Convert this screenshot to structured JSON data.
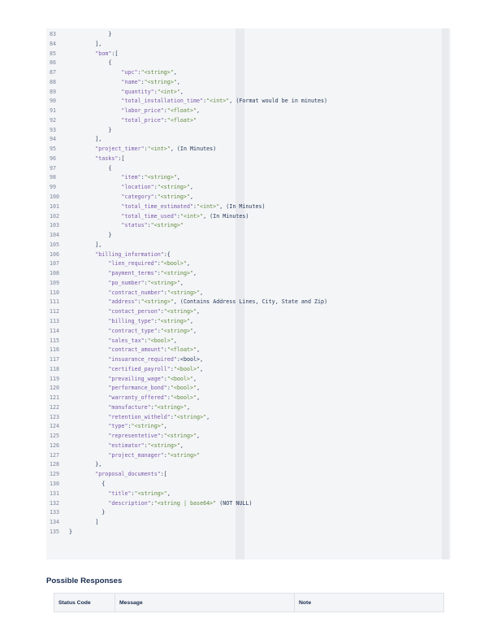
{
  "code": {
    "lines": [
      {
        "n": "83",
        "parts": [
          [
            "p",
            "            }"
          ]
        ]
      },
      {
        "n": "84",
        "parts": [
          [
            "p",
            "        ],"
          ]
        ]
      },
      {
        "n": "85",
        "parts": [
          [
            "p",
            "        "
          ],
          [
            "k",
            "\"bom\""
          ],
          [
            "p",
            ":["
          ]
        ]
      },
      {
        "n": "86",
        "parts": [
          [
            "p",
            "            {"
          ]
        ]
      },
      {
        "n": "87",
        "parts": [
          [
            "p",
            "                "
          ],
          [
            "k",
            "\"upc\""
          ],
          [
            "p",
            ":"
          ],
          [
            "s",
            "\"<string>\""
          ],
          [
            "p",
            ","
          ]
        ]
      },
      {
        "n": "88",
        "parts": [
          [
            "p",
            "                "
          ],
          [
            "k",
            "\"name\""
          ],
          [
            "p",
            ":"
          ],
          [
            "s",
            "\"<string>\""
          ],
          [
            "p",
            ","
          ]
        ]
      },
      {
        "n": "89",
        "parts": [
          [
            "p",
            "                "
          ],
          [
            "k",
            "\"quantity\""
          ],
          [
            "p",
            ":"
          ],
          [
            "s",
            "\"<int>\""
          ],
          [
            "p",
            ","
          ]
        ]
      },
      {
        "n": "90",
        "parts": [
          [
            "p",
            "                "
          ],
          [
            "k",
            "\"total_installation_time\""
          ],
          [
            "p",
            ":"
          ],
          [
            "s",
            "\"<int>\""
          ],
          [
            "p",
            ", (Format would be in minutes)"
          ]
        ]
      },
      {
        "n": "91",
        "parts": [
          [
            "p",
            "                "
          ],
          [
            "k",
            "\"labor_price\""
          ],
          [
            "p",
            ":"
          ],
          [
            "s",
            "\"<float>\""
          ],
          [
            "p",
            ","
          ]
        ]
      },
      {
        "n": "92",
        "parts": [
          [
            "p",
            "                "
          ],
          [
            "k",
            "\"total_price\""
          ],
          [
            "p",
            ":"
          ],
          [
            "s",
            "\"<float>\""
          ]
        ]
      },
      {
        "n": "93",
        "parts": [
          [
            "p",
            "            }"
          ]
        ]
      },
      {
        "n": "94",
        "parts": [
          [
            "p",
            "        ],"
          ]
        ]
      },
      {
        "n": "95",
        "parts": [
          [
            "p",
            "        "
          ],
          [
            "k",
            "\"project_timer\""
          ],
          [
            "p",
            ":"
          ],
          [
            "s",
            "\"<int>\""
          ],
          [
            "p",
            ", (In Minutes)"
          ]
        ]
      },
      {
        "n": "96",
        "parts": [
          [
            "p",
            "        "
          ],
          [
            "k",
            "\"tasks\""
          ],
          [
            "p",
            ":["
          ]
        ]
      },
      {
        "n": "97",
        "parts": [
          [
            "p",
            "            {"
          ]
        ]
      },
      {
        "n": "98",
        "parts": [
          [
            "p",
            "                "
          ],
          [
            "k",
            "\"item\""
          ],
          [
            "p",
            ":"
          ],
          [
            "s",
            "\"<string>\""
          ],
          [
            "p",
            ","
          ]
        ]
      },
      {
        "n": "99",
        "parts": [
          [
            "p",
            "                "
          ],
          [
            "k",
            "\"location\""
          ],
          [
            "p",
            ":"
          ],
          [
            "s",
            "\"<string>\""
          ],
          [
            "p",
            ","
          ]
        ]
      },
      {
        "n": "100",
        "parts": [
          [
            "p",
            "                "
          ],
          [
            "k",
            "\"category\""
          ],
          [
            "p",
            ":"
          ],
          [
            "s",
            "\"<string>\""
          ],
          [
            "p",
            ","
          ]
        ]
      },
      {
        "n": "101",
        "parts": [
          [
            "p",
            "                "
          ],
          [
            "k",
            "\"total_time_estimated\""
          ],
          [
            "p",
            ":"
          ],
          [
            "s",
            "\"<int>\""
          ],
          [
            "p",
            ", (In Minutes)"
          ]
        ]
      },
      {
        "n": "102",
        "parts": [
          [
            "p",
            "                "
          ],
          [
            "k",
            "\"total_time_used\""
          ],
          [
            "p",
            ":"
          ],
          [
            "s",
            "\"<int>\""
          ],
          [
            "p",
            ", (In Minutes)"
          ]
        ]
      },
      {
        "n": "103",
        "parts": [
          [
            "p",
            "                "
          ],
          [
            "k",
            "\"status\""
          ],
          [
            "p",
            ":"
          ],
          [
            "s",
            "\"<string>\""
          ]
        ]
      },
      {
        "n": "104",
        "parts": [
          [
            "p",
            "            }"
          ]
        ]
      },
      {
        "n": "105",
        "parts": [
          [
            "p",
            "        ],"
          ]
        ]
      },
      {
        "n": "106",
        "parts": [
          [
            "p",
            "        "
          ],
          [
            "k",
            "\"billing_information\""
          ],
          [
            "p",
            ":{"
          ]
        ]
      },
      {
        "n": "107",
        "parts": [
          [
            "p",
            "            "
          ],
          [
            "k",
            "\"lien_required\""
          ],
          [
            "p",
            ":"
          ],
          [
            "s",
            "\"<bool>\""
          ],
          [
            "p",
            ","
          ]
        ]
      },
      {
        "n": "108",
        "parts": [
          [
            "p",
            "            "
          ],
          [
            "k",
            "\"payment_terms\""
          ],
          [
            "p",
            ":"
          ],
          [
            "s",
            "\"<string>\""
          ],
          [
            "p",
            ","
          ]
        ]
      },
      {
        "n": "109",
        "parts": [
          [
            "p",
            "            "
          ],
          [
            "k",
            "\"po_number\""
          ],
          [
            "p",
            ":"
          ],
          [
            "s",
            "\"<string>\""
          ],
          [
            "p",
            ","
          ]
        ]
      },
      {
        "n": "110",
        "parts": [
          [
            "p",
            "            "
          ],
          [
            "k",
            "\"contract_number\""
          ],
          [
            "p",
            ":"
          ],
          [
            "s",
            "\"<string>\""
          ],
          [
            "p",
            ","
          ]
        ]
      },
      {
        "n": "111",
        "parts": [
          [
            "p",
            "            "
          ],
          [
            "k",
            "\"address\""
          ],
          [
            "p",
            ":"
          ],
          [
            "s",
            "\"<string>\""
          ],
          [
            "p",
            ", (Contains Address Lines, City, State and Zip)"
          ]
        ]
      },
      {
        "n": "112",
        "parts": [
          [
            "p",
            "            "
          ],
          [
            "k",
            "\"contact_person\""
          ],
          [
            "p",
            ":"
          ],
          [
            "s",
            "\"<string>\""
          ],
          [
            "p",
            ","
          ]
        ]
      },
      {
        "n": "113",
        "parts": [
          [
            "p",
            "            "
          ],
          [
            "k",
            "\"billing_type\""
          ],
          [
            "p",
            ":"
          ],
          [
            "s",
            "\"<string>\""
          ],
          [
            "p",
            ","
          ]
        ]
      },
      {
        "n": "114",
        "parts": [
          [
            "p",
            "            "
          ],
          [
            "k",
            "\"contract_type\""
          ],
          [
            "p",
            ":"
          ],
          [
            "s",
            "\"<string>\""
          ],
          [
            "p",
            ","
          ]
        ]
      },
      {
        "n": "115",
        "parts": [
          [
            "p",
            "            "
          ],
          [
            "k",
            "\"sales_tax\""
          ],
          [
            "p",
            ":"
          ],
          [
            "s",
            "\"<bool>\""
          ],
          [
            "p",
            ","
          ]
        ]
      },
      {
        "n": "116",
        "parts": [
          [
            "p",
            "            "
          ],
          [
            "k",
            "\"contract_amount\""
          ],
          [
            "p",
            ":"
          ],
          [
            "s",
            "\"<float>\""
          ],
          [
            "p",
            ","
          ]
        ]
      },
      {
        "n": "117",
        "parts": [
          [
            "p",
            "            "
          ],
          [
            "k",
            "\"insuarance_required\""
          ],
          [
            "p",
            ":<bool>,"
          ]
        ]
      },
      {
        "n": "118",
        "parts": [
          [
            "p",
            "            "
          ],
          [
            "k",
            "\"certified_payroll\""
          ],
          [
            "p",
            ":"
          ],
          [
            "s",
            "\"<bool>\""
          ],
          [
            "p",
            ","
          ]
        ]
      },
      {
        "n": "119",
        "parts": [
          [
            "p",
            "            "
          ],
          [
            "k",
            "\"prevailing_wage\""
          ],
          [
            "p",
            ":"
          ],
          [
            "s",
            "\"<bool>\""
          ],
          [
            "p",
            ","
          ]
        ]
      },
      {
        "n": "120",
        "parts": [
          [
            "p",
            "            "
          ],
          [
            "k",
            "\"performance_bond\""
          ],
          [
            "p",
            ":"
          ],
          [
            "s",
            "\"<bool>\""
          ],
          [
            "p",
            ","
          ]
        ]
      },
      {
        "n": "121",
        "parts": [
          [
            "p",
            "            "
          ],
          [
            "k",
            "\"warranty_offered\""
          ],
          [
            "p",
            ":"
          ],
          [
            "s",
            "\"<bool>\""
          ],
          [
            "p",
            ","
          ]
        ]
      },
      {
        "n": "122",
        "parts": [
          [
            "p",
            "            "
          ],
          [
            "k",
            "\"manufacture\""
          ],
          [
            "p",
            ":"
          ],
          [
            "s",
            "\"<string>\""
          ],
          [
            "p",
            ","
          ]
        ]
      },
      {
        "n": "123",
        "parts": [
          [
            "p",
            "            "
          ],
          [
            "k",
            "\"retention_witheld\""
          ],
          [
            "p",
            ":"
          ],
          [
            "s",
            "\"<string>\""
          ],
          [
            "p",
            ","
          ]
        ]
      },
      {
        "n": "124",
        "parts": [
          [
            "p",
            "            "
          ],
          [
            "k",
            "\"type\""
          ],
          [
            "p",
            ":"
          ],
          [
            "s",
            "\"<string>\""
          ],
          [
            "p",
            ","
          ]
        ]
      },
      {
        "n": "125",
        "parts": [
          [
            "p",
            "            "
          ],
          [
            "k",
            "\"representetive\""
          ],
          [
            "p",
            ":"
          ],
          [
            "s",
            "\"<string>\""
          ],
          [
            "p",
            ","
          ]
        ]
      },
      {
        "n": "126",
        "parts": [
          [
            "p",
            "            "
          ],
          [
            "k",
            "\"estimator\""
          ],
          [
            "p",
            ":"
          ],
          [
            "s",
            "\"<string>\""
          ],
          [
            "p",
            ","
          ]
        ]
      },
      {
        "n": "127",
        "parts": [
          [
            "p",
            "            "
          ],
          [
            "k",
            "\"project_manager\""
          ],
          [
            "p",
            ":"
          ],
          [
            "s",
            "\"<string>\""
          ]
        ]
      },
      {
        "n": "128",
        "parts": [
          [
            "p",
            "        },"
          ]
        ]
      },
      {
        "n": "129",
        "parts": [
          [
            "p",
            "        "
          ],
          [
            "k",
            "\"proposal_documents\""
          ],
          [
            "p",
            ":["
          ]
        ]
      },
      {
        "n": "130",
        "parts": [
          [
            "p",
            "          {"
          ]
        ]
      },
      {
        "n": "131",
        "parts": [
          [
            "p",
            "            "
          ],
          [
            "k",
            "\"title\""
          ],
          [
            "p",
            ":"
          ],
          [
            "s",
            "\"<string>\""
          ],
          [
            "p",
            ","
          ]
        ]
      },
      {
        "n": "132",
        "parts": [
          [
            "p",
            "            "
          ],
          [
            "k",
            "\"description\""
          ],
          [
            "p",
            ":"
          ],
          [
            "s",
            "\"<string | base64>\""
          ],
          [
            "p",
            " (NOT NULL)"
          ]
        ]
      },
      {
        "n": "133",
        "parts": [
          [
            "p",
            "          }"
          ]
        ]
      },
      {
        "n": "134",
        "parts": [
          [
            "p",
            "        ]"
          ]
        ]
      },
      {
        "n": "135",
        "parts": [
          [
            "p",
            "}"
          ]
        ]
      }
    ]
  },
  "responses": {
    "heading": "Possible Responses",
    "columns": [
      "Status Code",
      "Message",
      "Note"
    ]
  }
}
